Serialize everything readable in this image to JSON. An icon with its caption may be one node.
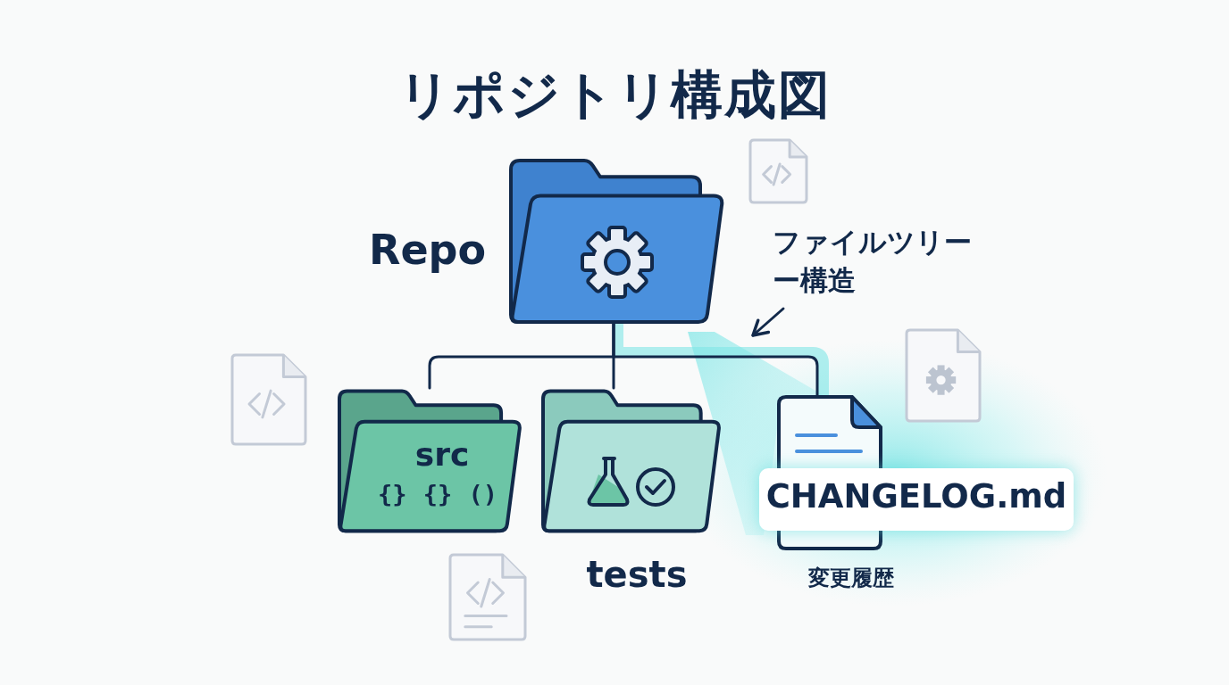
{
  "diagram": {
    "title": "リポジトリ構成図",
    "nodes": [
      {
        "text": [
          "Repo"
        ]
      },
      {
        "text": [
          "src",
          "{} {} ()"
        ]
      },
      {
        "text": [
          "tests"
        ]
      },
      {
        "text": [
          "CHANGELOG.md"
        ],
        "beside": [
          "変更履歴"
        ]
      },
      {
        "text": [
          "ファイルツリーー構造"
        ]
      }
    ],
    "edges": [
      {
        "from": 0,
        "to": 1,
        "arrow": "none"
      },
      {
        "from": 0,
        "to": 2,
        "arrow": "none"
      },
      {
        "from": 0,
        "to": 3,
        "arrow": "none"
      },
      {
        "from": 4,
        "to": null,
        "arrow": "to"
      }
    ]
  }
}
